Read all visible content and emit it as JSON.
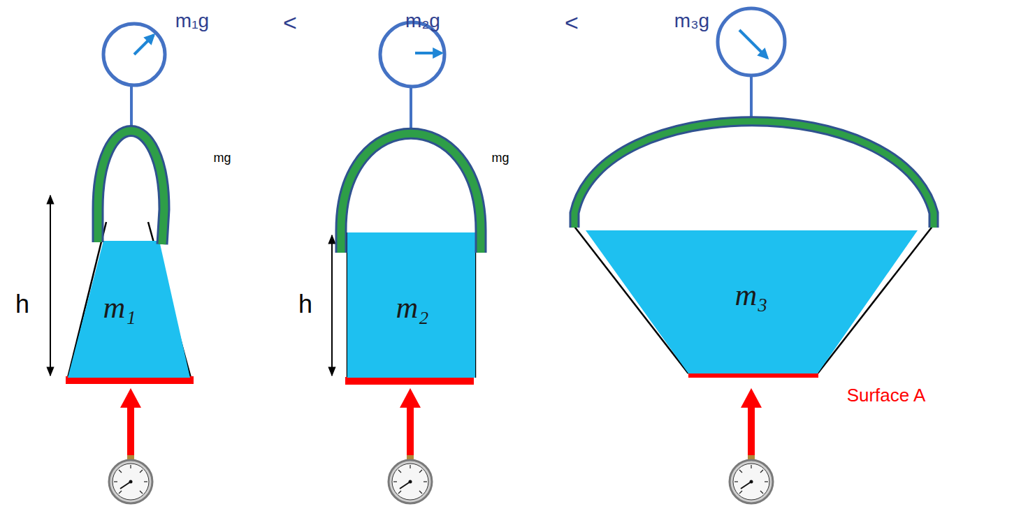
{
  "diagram": {
    "nodes": [
      {
        "text": [
          "m₁"
        ]
      },
      {
        "text": [
          "m₂"
        ]
      },
      {
        "text": [
          "m₃"
        ]
      }
    ],
    "labels": [
      "m₁g",
      "<",
      "m₂g",
      "<",
      "m₃g",
      "mg",
      "mg",
      "h",
      "h",
      "Surface A"
    ]
  }
}
